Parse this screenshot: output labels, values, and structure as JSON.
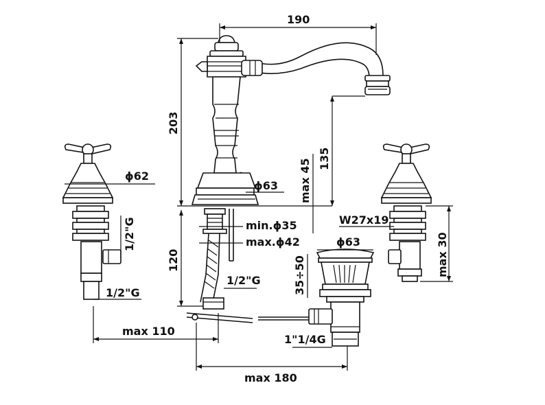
{
  "diagram": {
    "dimensions": {
      "width_190": "190",
      "height_203": "203",
      "height_135": "135",
      "max_45": "max 45",
      "dia_63_spout": "ϕ63",
      "dia_62": "ϕ62",
      "half_g_left_vertical": "1/2\"G",
      "half_g_left_bottom": "1/2\"G",
      "min_35": "min.ϕ35",
      "max_42": "max.ϕ42",
      "height_120": "120",
      "half_g_center": "1/2\"G",
      "max_110": "max 110",
      "w27x19": "W27x19",
      "max_30": "max 30",
      "dia_63_waste": "ϕ63",
      "range_35_50": "35÷50",
      "one_quarter_g": "1\"1/4G",
      "max_180": "max 180"
    }
  }
}
